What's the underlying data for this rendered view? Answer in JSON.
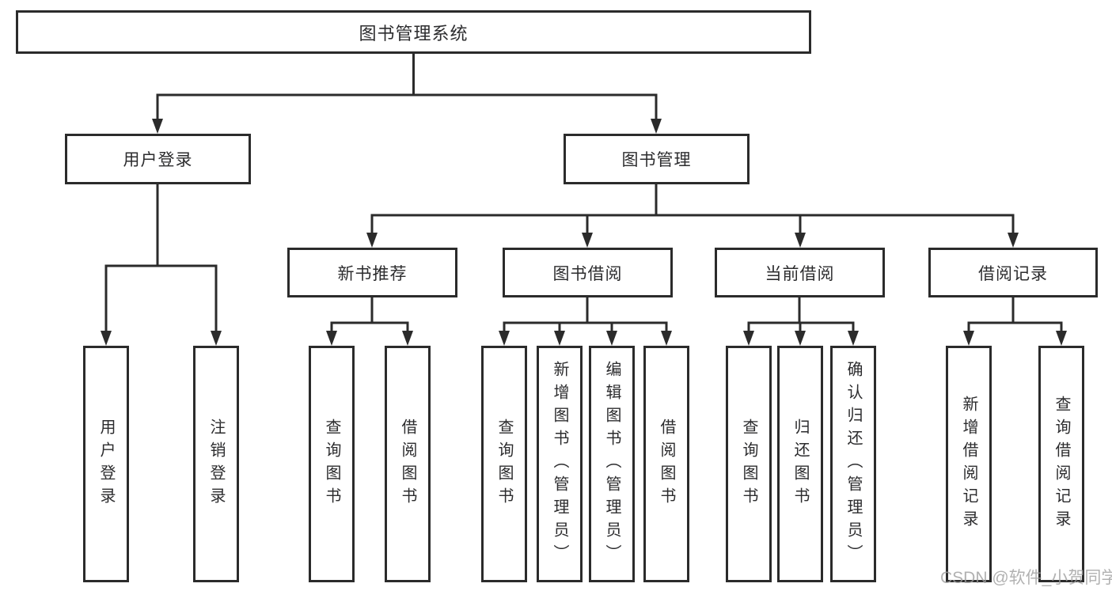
{
  "colors": {
    "line": "#2b2b2b",
    "box_border": "#2b2b2b",
    "text": "#2c2c2e",
    "background": "#ffffff",
    "watermark": "#9e9e9e"
  },
  "watermark": {
    "text": "CSDN @软件_小贺同学"
  },
  "tree": {
    "label": "图书管理系统",
    "children": [
      {
        "label": "用户登录",
        "children": [
          {
            "label": "用户登录"
          },
          {
            "label": "注销登录"
          }
        ]
      },
      {
        "label": "图书管理",
        "children": [
          {
            "label": "新书推荐",
            "children": [
              {
                "label": "查询图书"
              },
              {
                "label": "借阅图书"
              }
            ]
          },
          {
            "label": "图书借阅",
            "children": [
              {
                "label": "查询图书"
              },
              {
                "label": "新增图书（管理员）"
              },
              {
                "label": "编辑图书（管理员）"
              },
              {
                "label": "借阅图书"
              }
            ]
          },
          {
            "label": "当前借阅",
            "children": [
              {
                "label": "查询图书"
              },
              {
                "label": "归还图书"
              },
              {
                "label": "确认归还（管理员）"
              }
            ]
          },
          {
            "label": "借阅记录",
            "children": [
              {
                "label": "新增借阅记录"
              },
              {
                "label": "查询借阅记录"
              }
            ]
          }
        ]
      }
    ]
  }
}
